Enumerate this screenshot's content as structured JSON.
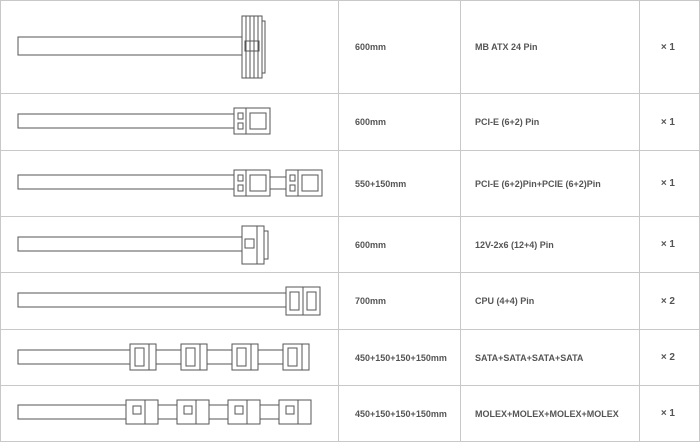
{
  "cables": [
    {
      "length": "600mm",
      "name": "MB ATX 24 Pin",
      "qty": "× 1",
      "icon": "atx-24pin-connector-icon"
    },
    {
      "length": "600mm",
      "name": "PCI-E (6+2) Pin",
      "qty": "× 1",
      "icon": "pcie-6-2-connector-icon"
    },
    {
      "length": "550+150mm",
      "name": "PCI-E (6+2)Pin+PCIE (6+2)Pin",
      "qty": "× 1",
      "icon": "dual-pcie-connector-icon"
    },
    {
      "length": "600mm",
      "name": "12V-2x6 (12+4) Pin",
      "qty": "× 1",
      "icon": "12v-2x6-connector-icon"
    },
    {
      "length": "700mm",
      "name": "CPU (4+4) Pin",
      "qty": "× 2",
      "icon": "cpu-4-4-connector-icon"
    },
    {
      "length": "450+150+150+150mm",
      "name": "SATA+SATA+SATA+SATA",
      "qty": "× 2",
      "icon": "sata-chain-connector-icon"
    },
    {
      "length": "450+150+150+150mm",
      "name": "MOLEX+MOLEX+MOLEX+MOLEX",
      "qty": "× 1",
      "icon": "molex-chain-connector-icon"
    }
  ]
}
